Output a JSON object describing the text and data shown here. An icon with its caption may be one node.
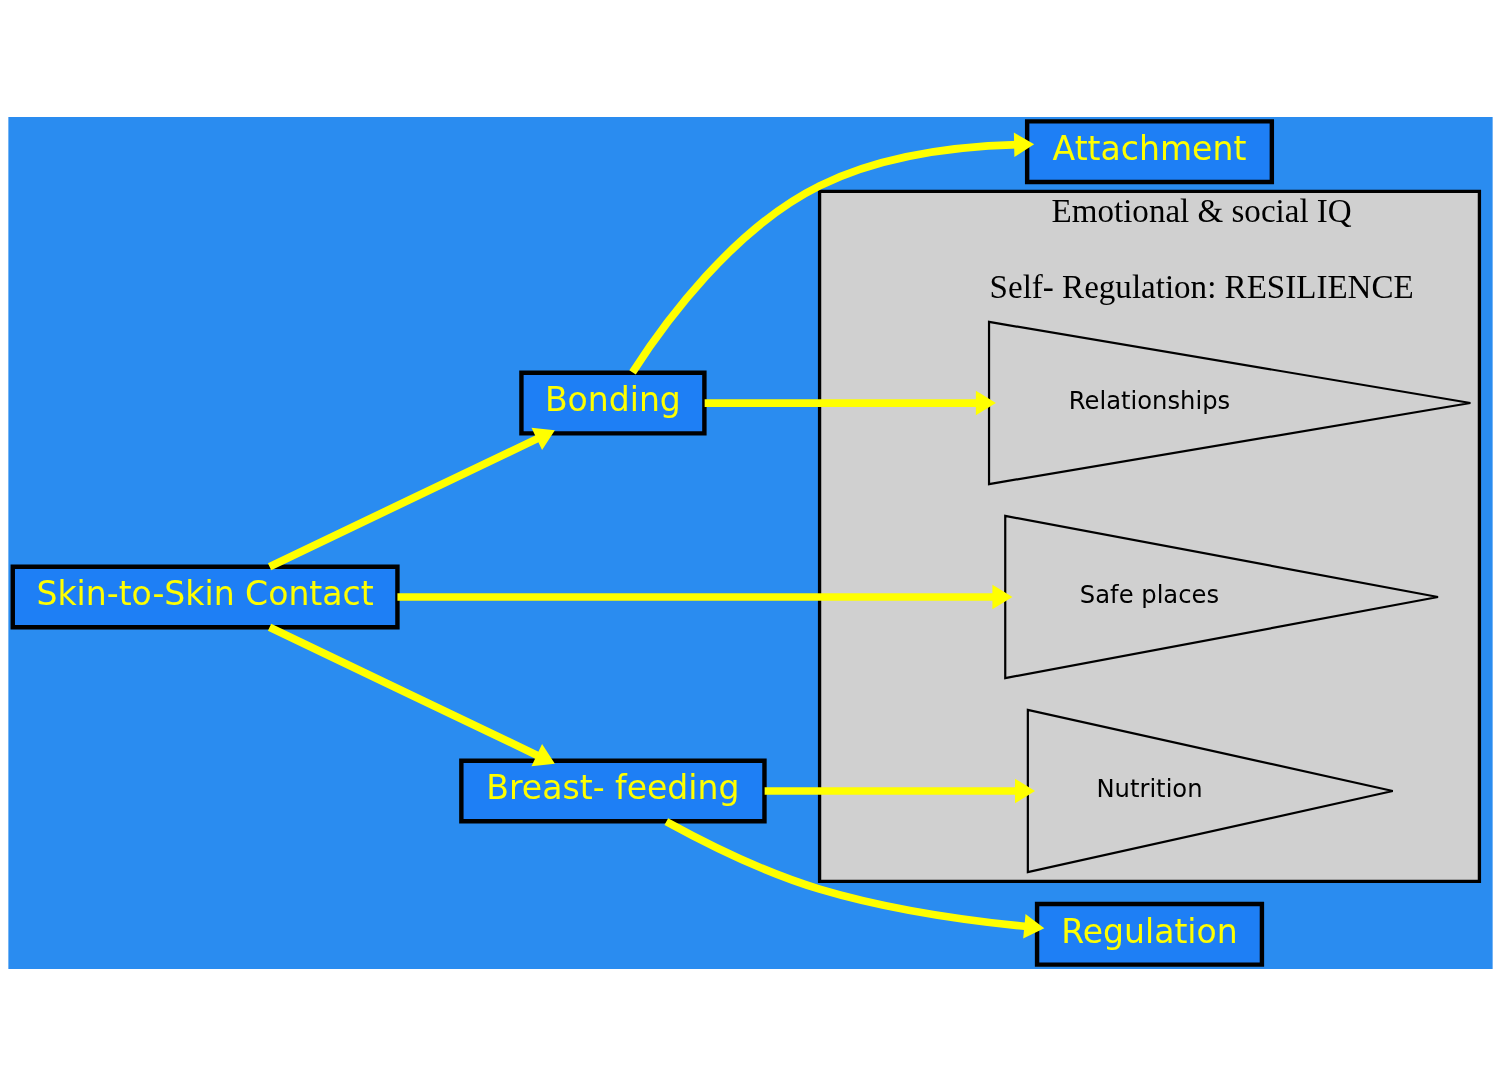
{
  "diagram": {
    "nodes": [
      {
        "text": [
          "Attachment"
        ]
      },
      {
        "text": [
          "Bonding"
        ]
      },
      {
        "text": [
          "Skin-to-Skin Contact"
        ]
      },
      {
        "text": [
          "Breast- feeding"
        ]
      },
      {
        "text": [
          "Regulation"
        ]
      },
      {
        "text": [
          "Emotional & social IQ",
          "Self- Regulation: RESILIENCE"
        ]
      },
      {
        "text": [
          "Relationships"
        ],
        "in": 5
      },
      {
        "text": [
          "Safe places"
        ],
        "in": 5
      },
      {
        "text": [
          "Nutrition"
        ],
        "in": 5
      }
    ],
    "edges": [
      {
        "from": 2,
        "to": 1,
        "arrow": "to"
      },
      {
        "from": 1,
        "to": 0,
        "arrow": "to"
      },
      {
        "from": 2,
        "to": 3,
        "arrow": "to"
      },
      {
        "from": 3,
        "to": 4,
        "arrow": "to"
      },
      {
        "from": 1,
        "to": 6,
        "arrow": "to"
      },
      {
        "from": 2,
        "to": 7,
        "arrow": "to"
      },
      {
        "from": 3,
        "to": 8,
        "arrow": "to"
      }
    ]
  }
}
